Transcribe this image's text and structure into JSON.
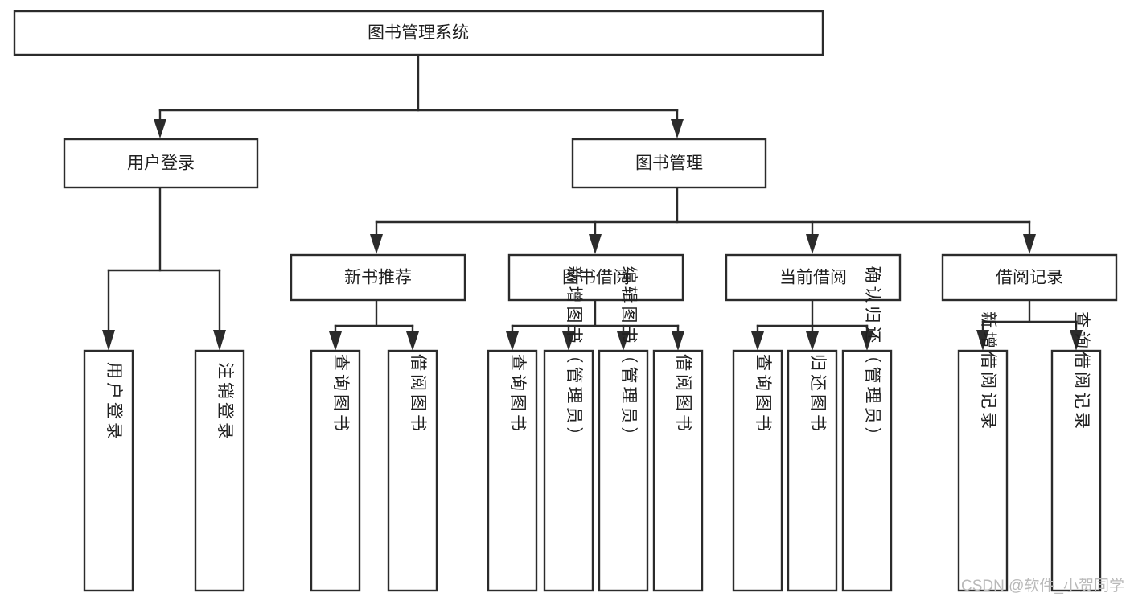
{
  "diagram": {
    "title": "图书管理系统",
    "type": "tree-hierarchy",
    "orientation": "top-down",
    "colors": {
      "box_fill": "#ffffff",
      "box_stroke": "#2b2b2b",
      "text": "#1f1f1f",
      "background": "#ffffff",
      "watermark": "#b9b9b9"
    },
    "root": {
      "label": "图书管理系统"
    },
    "level1": [
      {
        "label": "用户登录"
      },
      {
        "label": "图书管理"
      }
    ],
    "level2": [
      {
        "label": "新书推荐"
      },
      {
        "label": "图书借阅"
      },
      {
        "label": "当前借阅"
      },
      {
        "label": "借阅记录"
      }
    ],
    "leaves": {
      "user_login": [
        {
          "label": "用户登录"
        },
        {
          "label": "注销登录"
        }
      ],
      "new_book_recommend": [
        {
          "label": "查询图书"
        },
        {
          "label": "借阅图书"
        }
      ],
      "book_borrow": [
        {
          "label": "查询图书"
        },
        {
          "label": "新增图书（管理员）"
        },
        {
          "label": "编辑图书（管理员）"
        },
        {
          "label": "借阅图书"
        }
      ],
      "current_borrow": [
        {
          "label": "查询图书"
        },
        {
          "label": "归还图书"
        },
        {
          "label": "确认归还（管理员）"
        }
      ],
      "borrow_record": [
        {
          "label": "新增借阅记录"
        },
        {
          "label": "查询借阅记录"
        }
      ]
    }
  },
  "watermark": {
    "text": "CSDN @软件_小贺同学"
  }
}
